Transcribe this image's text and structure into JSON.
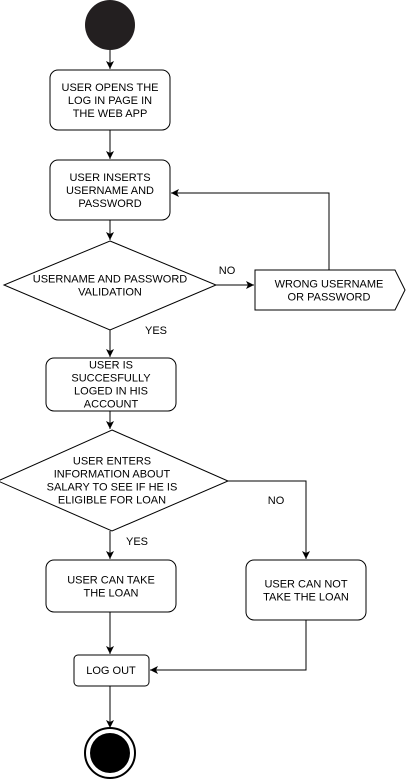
{
  "nodes": {
    "open_login": [
      "USER OPENS THE",
      "LOG IN PAGE IN",
      "THE WEB APP"
    ],
    "insert_credentials": [
      "USER INSERTS",
      "USERNAME AND",
      "PASSWORD"
    ],
    "validation": [
      "USERNAME AND PASSWORD",
      "VALIDATION"
    ],
    "wrong_credentials": [
      "WRONG USERNAME",
      "OR PASSWORD"
    ],
    "logged_in": [
      "USER IS",
      "SUCCESFULLY",
      "LOGED IN HIS",
      "ACCOUNT"
    ],
    "salary_check": [
      "USER ENTERS",
      "INFORMATION ABOUT",
      "SALARY TO SEE IF HE IS",
      "ELIGIBLE FOR LOAN"
    ],
    "can_take_loan": [
      "USER  CAN TAKE",
      "THE LOAN"
    ],
    "cannot_take_loan": [
      "USER CAN NOT",
      "TAKE THE LOAN"
    ],
    "log_out": [
      "LOG OUT"
    ]
  },
  "edge_labels": {
    "validation_no": "NO",
    "validation_yes": "YES",
    "salary_yes": "YES",
    "salary_no": "NO"
  },
  "colors": {
    "stroke": "#000000",
    "start_fill": "#231f20",
    "end_fill": "#000000",
    "background": "#ffffff"
  }
}
